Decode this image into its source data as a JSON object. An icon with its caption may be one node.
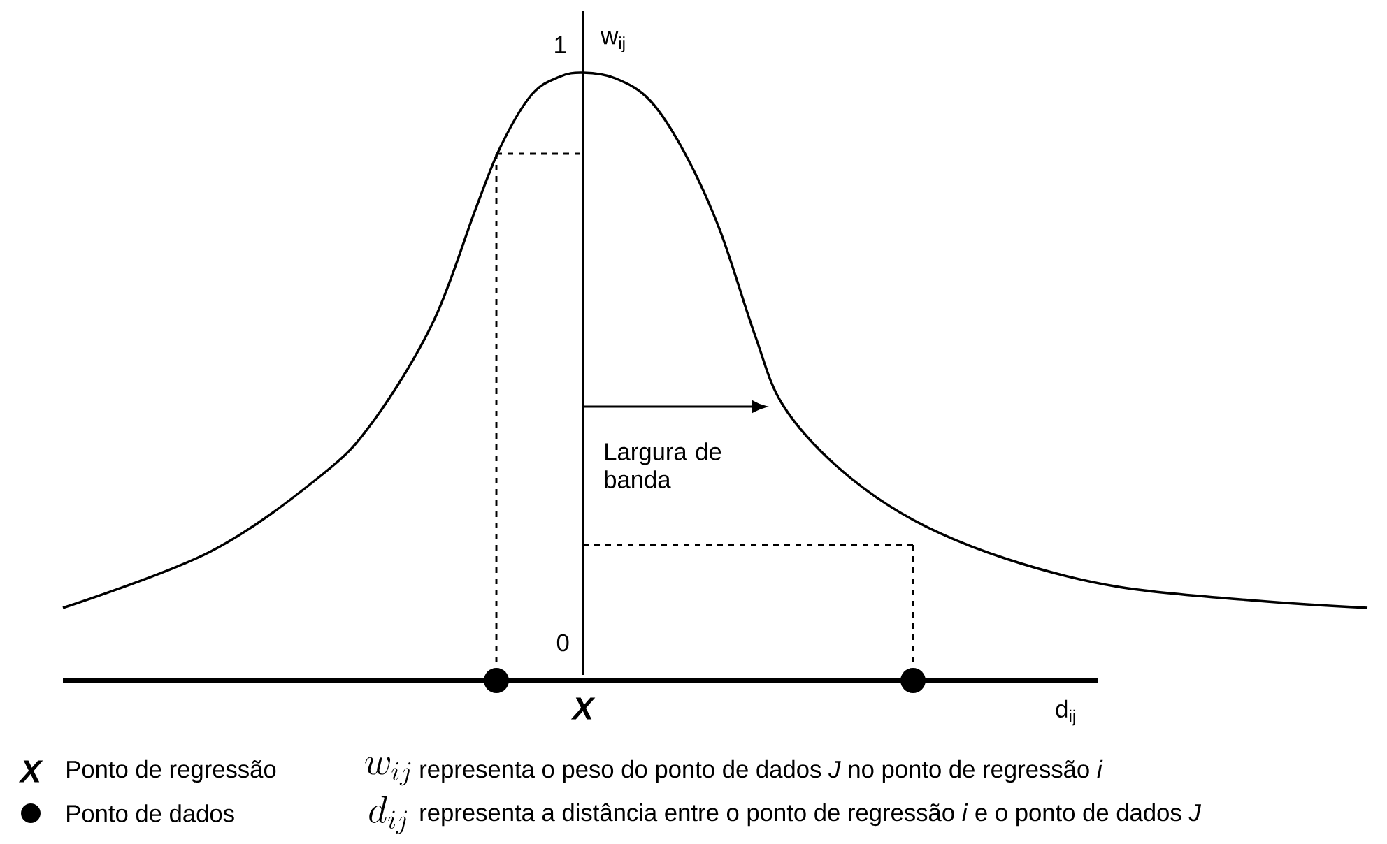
{
  "diagram": {
    "labels": [
      "1",
      "w$_{ij}$",
      "Largura de banda",
      "0",
      "X",
      "d$_{ij}$",
      "X",
      "w_{ij}",
      "representa o peso do ponto de dados *J* no ponto de regressão *i*",
      "d_{ij}",
      "representa a distância entre o ponto de regressão *i* e o ponto de dados *J*"
    ],
    "legend": [
      {
        "text": "Ponto de regressão"
      },
      {
        "text": "Ponto de dados"
      }
    ]
  }
}
